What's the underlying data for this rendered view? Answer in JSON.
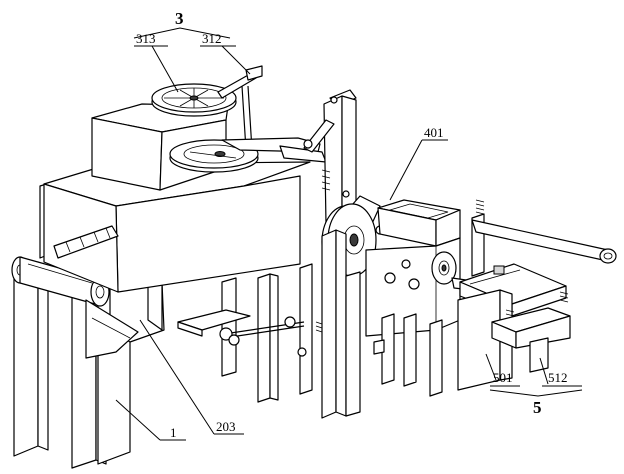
{
  "labels": {
    "assembly_3": "3",
    "part_313": "313",
    "part_312": "312",
    "part_401": "401",
    "part_501": "501",
    "part_512": "512",
    "assembly_5": "5",
    "part_1": "1",
    "part_203": "203"
  }
}
